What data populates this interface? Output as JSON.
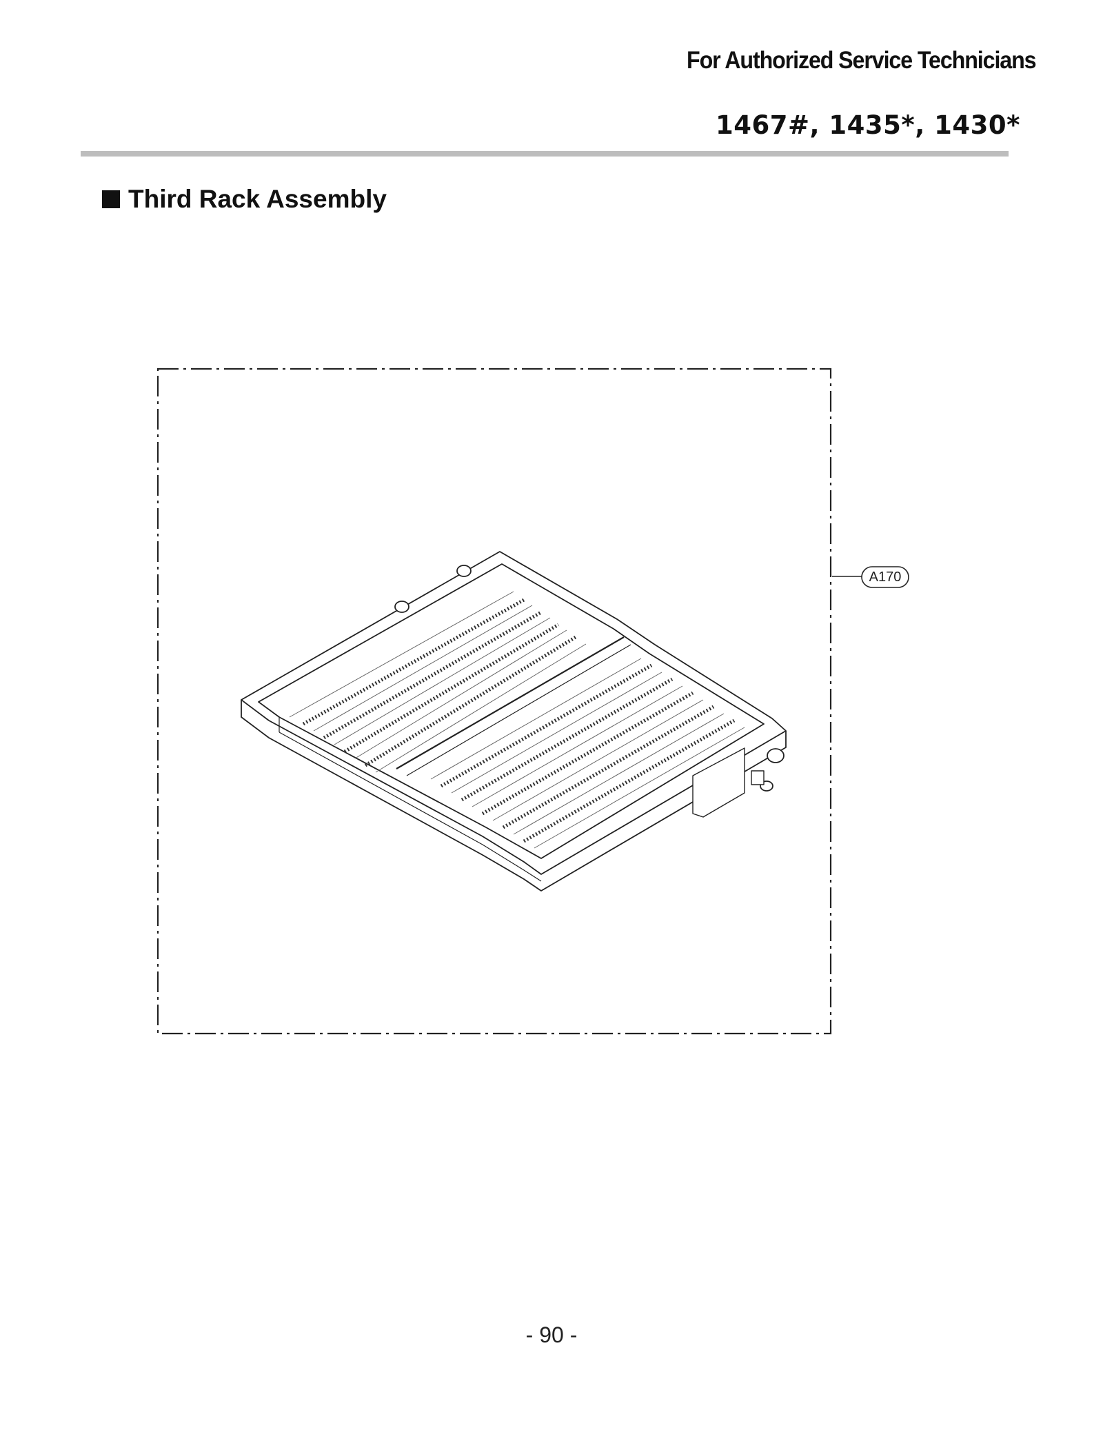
{
  "header": {
    "note": "For Authorized Service Technicians",
    "models": "1467#, 1435*, 1430*"
  },
  "section": {
    "title": "Third Rack Assembly"
  },
  "diagram": {
    "callout_label": "A170"
  },
  "footer": {
    "page_number": "- 90 -"
  }
}
